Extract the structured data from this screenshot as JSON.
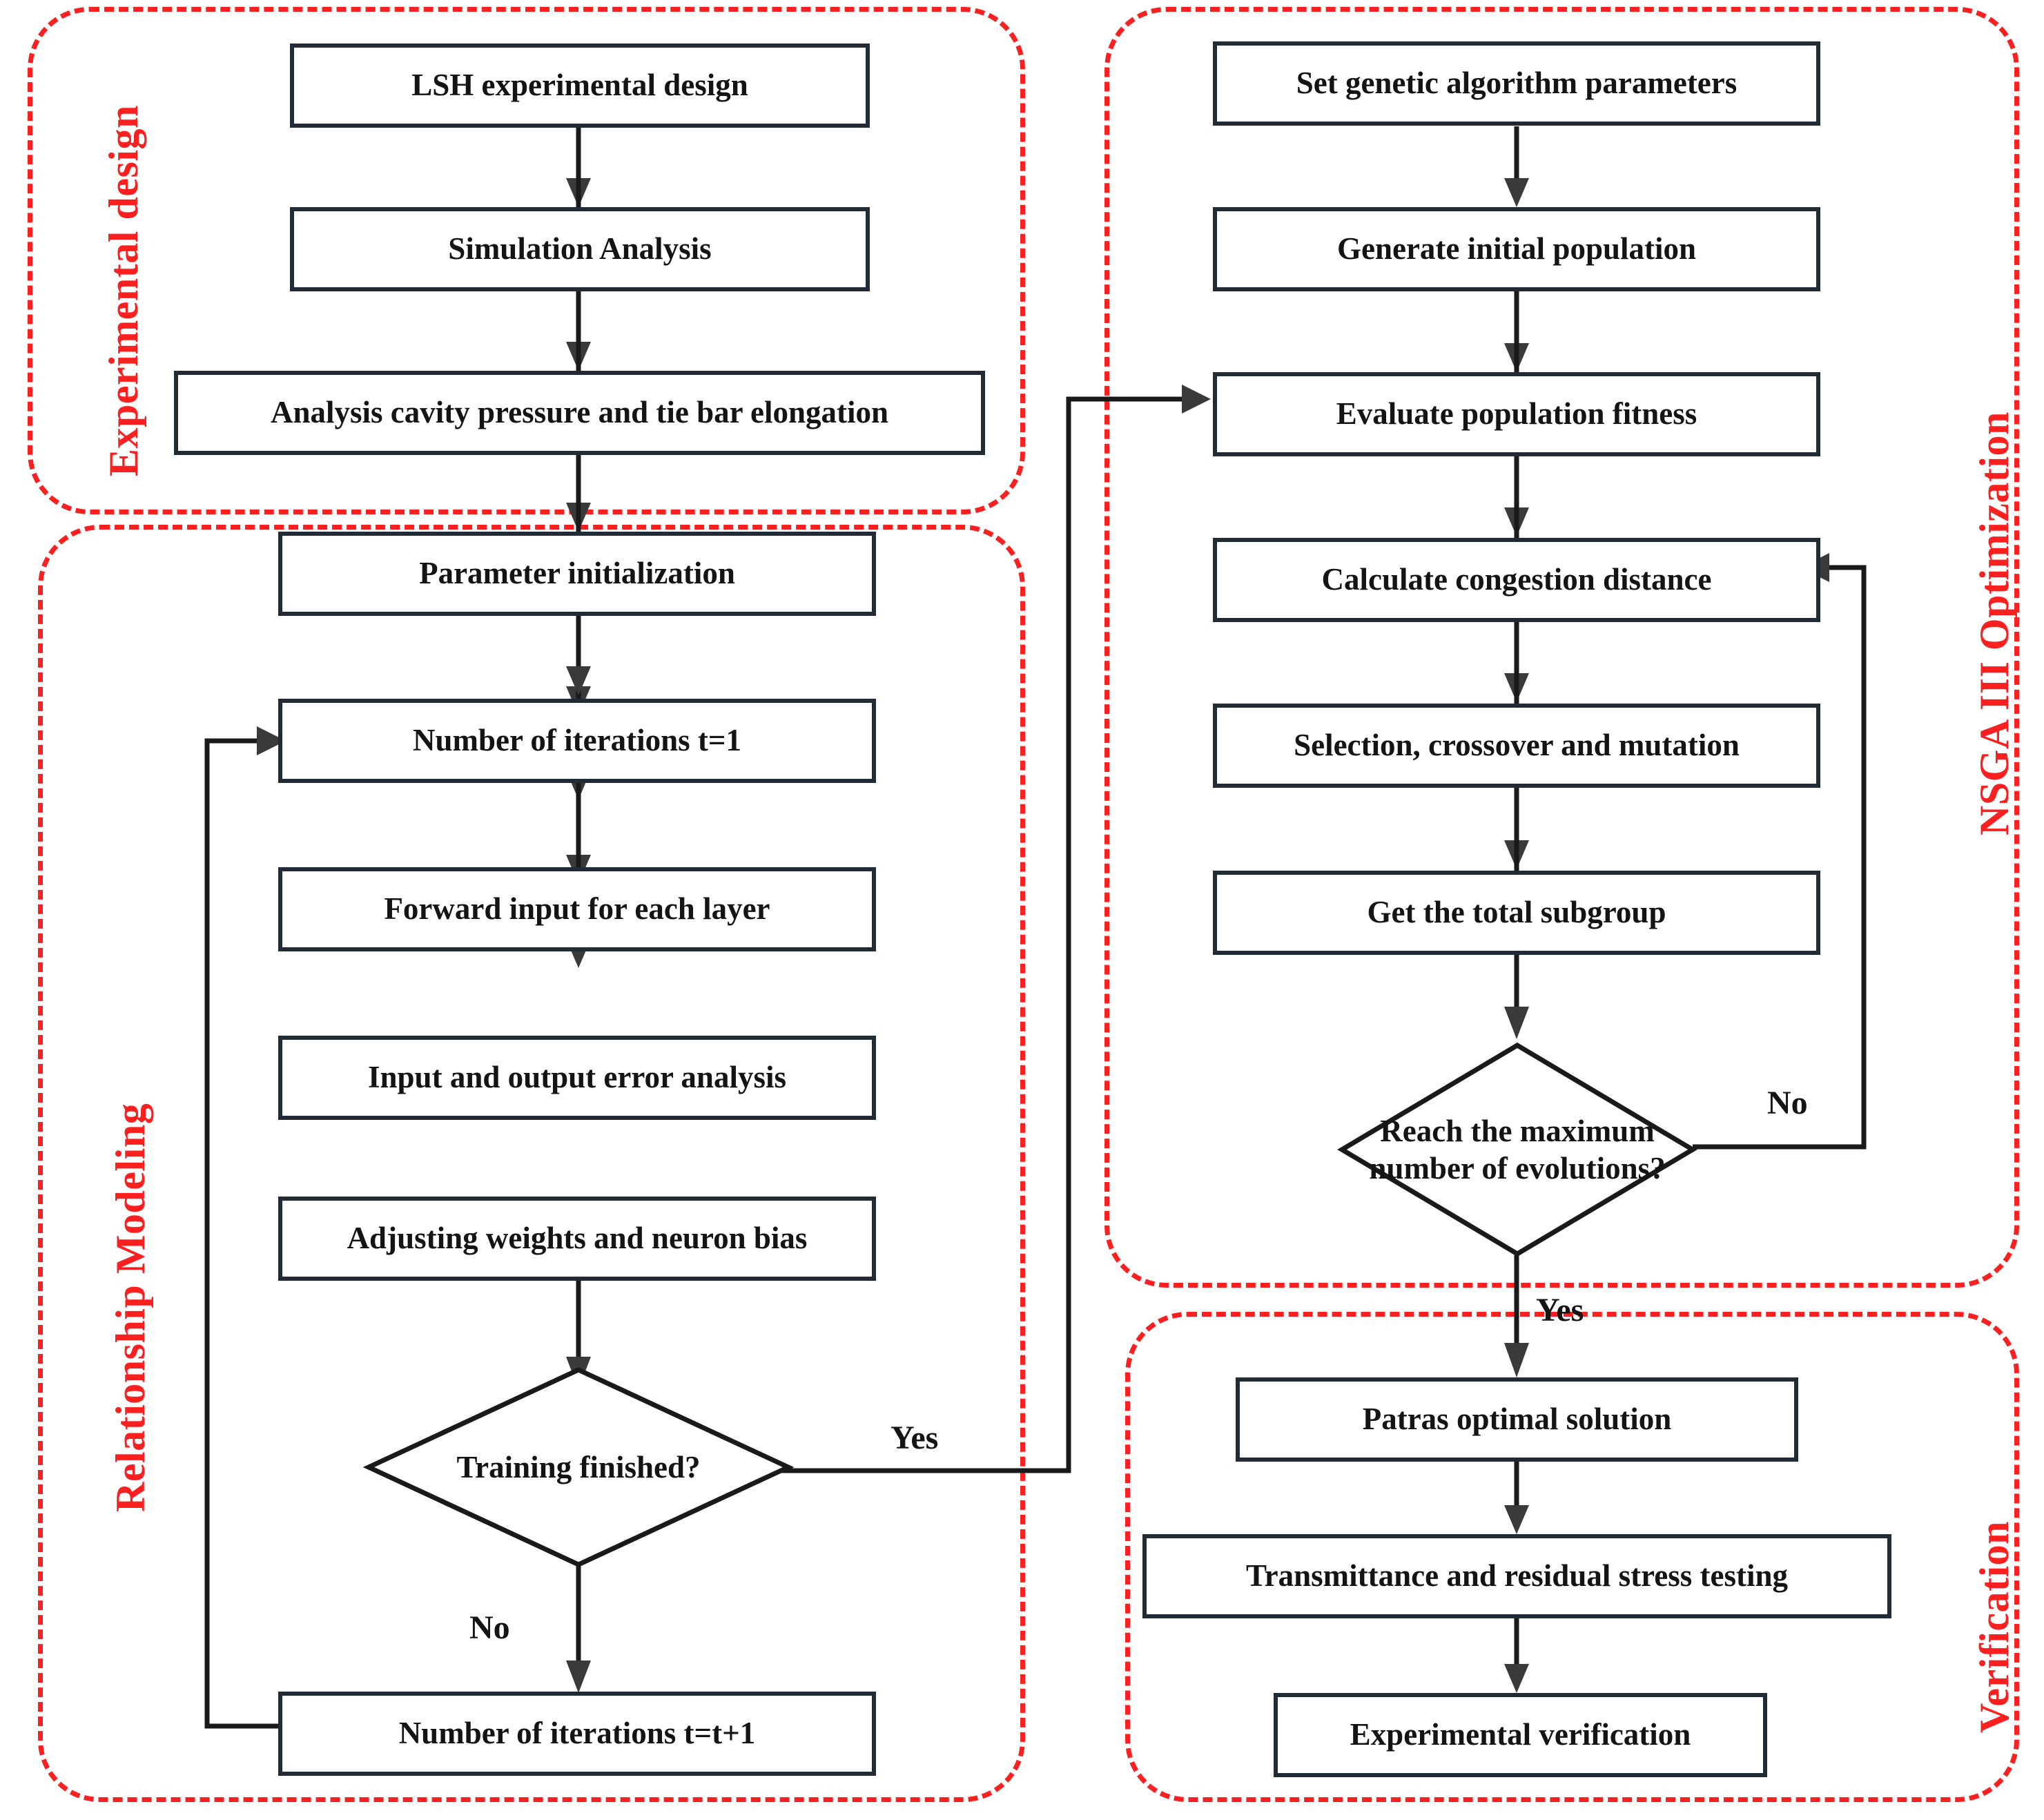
{
  "groups": [
    {
      "id": "experimental-design",
      "label": "Experimental design"
    },
    {
      "id": "relationship-modeling",
      "label": "Relationship Modeling"
    },
    {
      "id": "nsga-optimization",
      "label": "NSGA III Optimization"
    },
    {
      "id": "verification",
      "label": "Verification"
    }
  ],
  "experimental_design": {
    "label": "Experimental design",
    "nodes": [
      {
        "id": "lsh-experimental-design",
        "text": "LSH experimental design"
      },
      {
        "id": "simulation-analysis",
        "text": "Simulation Analysis"
      },
      {
        "id": "analysis-cavity-pressure",
        "text": "Analysis cavity pressure and tie bar elongation"
      }
    ]
  },
  "relationship_modeling": {
    "label": "Relationship Modeling",
    "nodes": [
      {
        "id": "parameter-initialization",
        "text": "Parameter initialization"
      },
      {
        "id": "iterations-t1",
        "text": "Number of iterations t=1"
      },
      {
        "id": "forward-input",
        "text": "Forward input for each layer"
      },
      {
        "id": "error-analysis",
        "text": "Input and output error analysis"
      },
      {
        "id": "adjusting-weights",
        "text": "Adjusting weights and neuron bias"
      },
      {
        "id": "iterations-t-plus-1",
        "text": "Number of iterations t=t+1"
      }
    ],
    "decision": {
      "id": "training-finished",
      "text": "Training finished?"
    },
    "edge_labels": {
      "yes": "Yes",
      "no": "No"
    }
  },
  "nsga_optimization": {
    "label": "NSGA III Optimization",
    "nodes": [
      {
        "id": "set-ga-parameters",
        "text": "Set genetic algorithm parameters"
      },
      {
        "id": "generate-initial-population",
        "text": "Generate initial population"
      },
      {
        "id": "evaluate-population-fitness",
        "text": "Evaluate population fitness"
      },
      {
        "id": "calculate-congestion-distance",
        "text": "Calculate congestion distance"
      },
      {
        "id": "selection-crossover-mutation",
        "text": "Selection, crossover and mutation"
      },
      {
        "id": "get-total-subgroup",
        "text": "Get the total subgroup"
      }
    ],
    "decision": {
      "id": "reach-max-evolutions",
      "line1": "Reach the maximum",
      "line2": "number of evolutions?"
    },
    "edge_labels": {
      "yes": "Yes",
      "no": "No"
    }
  },
  "verification": {
    "label": "Verification",
    "nodes": [
      {
        "id": "patras-optimal-solution",
        "text": "Patras optimal solution"
      },
      {
        "id": "transmittance-residual-stress",
        "text": "Transmittance and residual stress testing"
      },
      {
        "id": "experimental-verification",
        "text": "Experimental verification"
      }
    ]
  },
  "colors": {
    "group_border": "#fb2020",
    "group_label": "#fb2020",
    "node_border": "#212b36",
    "node_text": "#141414",
    "connector": "#1a1a1a",
    "background": "#ffffff"
  }
}
